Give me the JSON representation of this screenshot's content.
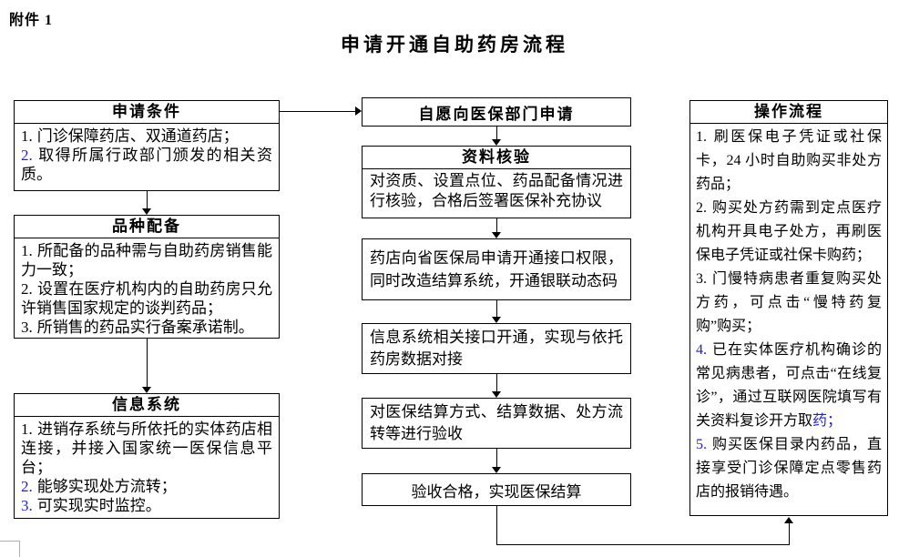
{
  "colors": {
    "accent_blue": "#2222cc",
    "border": "#000000",
    "text": "#000000",
    "background": "#ffffff"
  },
  "page": {
    "attachment_label": "附件 1",
    "title": "申请开通自助药房流程"
  },
  "left_column": {
    "condition_box": {
      "header": "申请条件",
      "items": [
        {
          "num": "1.",
          "text": "门诊保障药店、双通道药店；"
        },
        {
          "num": "2.",
          "text": "取得所属行政部门颁发的相关资质。"
        }
      ]
    },
    "variety_box": {
      "header": "品种配备",
      "items": [
        {
          "num": "1.",
          "text": "所配备的品种需与自助药房销售能力一致；"
        },
        {
          "num": "2.",
          "text": "设置在医疗机构内的自助药房只允许销售国家规定的谈判药品；"
        },
        {
          "num": "3.",
          "text": "所销售的药品实行备案承诺制。"
        }
      ]
    },
    "info_box": {
      "header": "信息系统",
      "items": [
        {
          "num": "1.",
          "text": "进销存系统与所依托的实体药店相连接，并接入国家统一医保信息平台；"
        },
        {
          "num": "2.",
          "text": "能够实现处方流转；"
        },
        {
          "num": "3.",
          "text": "可实现实时监控。"
        }
      ]
    }
  },
  "middle_column": {
    "apply_box": {
      "text": "自愿向医保部门申请"
    },
    "verify_box": {
      "header": "资料核验",
      "body": "对资质、设置点位、药品配备情况进行核验，合格后签署医保补充协议"
    },
    "interface_box": {
      "text": "药店向省医保局申请开通接口权限，同时改造结算系统，开通银联动态码"
    },
    "data_link_box": {
      "text": "信息系统相关接口开通，实现与依托药房数据对接"
    },
    "acceptance_box": {
      "text": "对医保结算方式、结算数据、处方流转等进行验收"
    },
    "settlement_box": {
      "text": "验收合格，实现医保结算"
    }
  },
  "right_column": {
    "operation_box": {
      "header": "操作流程",
      "items": [
        {
          "num": "1.",
          "text": "刷医保电子凭证或社保卡，24 小时自助购买非处方药品；"
        },
        {
          "num": "2.",
          "text": "购买处方药需到定点医疗机构开具电子处方，再刷医保电子凭证或社保卡购药；"
        },
        {
          "num": "3.",
          "text": "门慢特病患者重复购买处方药，可点击“慢特药复购”购买；"
        },
        {
          "num": "4.",
          "text": "已在实体医疗机构确诊的常见病患者，可点击“在线复诊”，通过互联网医院填写有关资料复诊开方取",
          "tail": "药；"
        },
        {
          "num": "5.",
          "text": "购买医保目录内药品，直接享受门诊保障定点零售药店的报销待遇。"
        }
      ]
    }
  }
}
